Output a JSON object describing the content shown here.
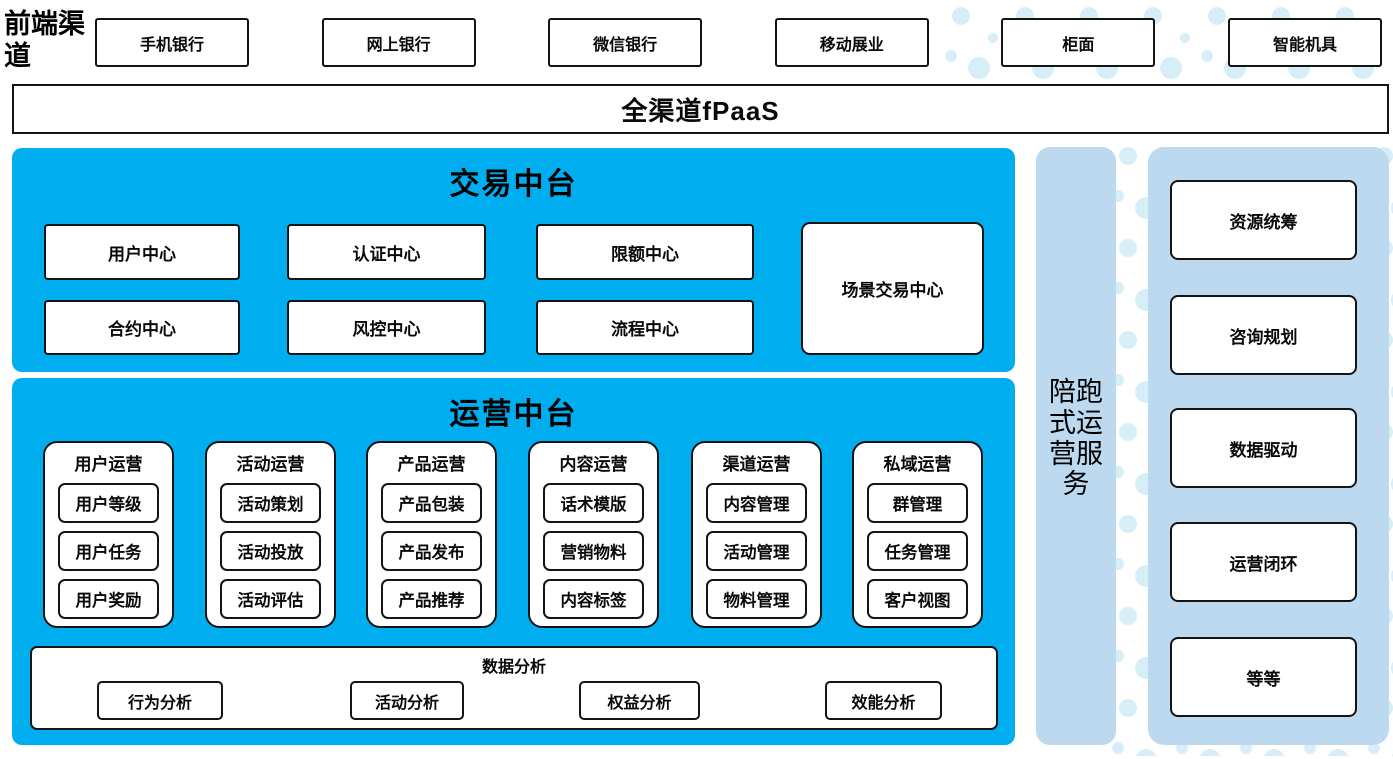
{
  "frontend": {
    "label": "前端渠道",
    "channels": [
      "手机银行",
      "网上银行",
      "微信银行",
      "移动展业",
      "柜面",
      "智能机具"
    ]
  },
  "fpaas": {
    "label": "全渠道fPaaS"
  },
  "trade_platform": {
    "title": "交易中台",
    "centers_row1": [
      "用户中心",
      "认证中心",
      "限额中心"
    ],
    "centers_row2": [
      "合约中心",
      "风控中心",
      "流程中心"
    ],
    "scene_center": "场景交易中心"
  },
  "operation_platform": {
    "title": "运营中台",
    "groups": [
      {
        "title": "用户运营",
        "items": [
          "用户等级",
          "用户任务",
          "用户奖励"
        ]
      },
      {
        "title": "活动运营",
        "items": [
          "活动策划",
          "活动投放",
          "活动评估"
        ]
      },
      {
        "title": "产品运营",
        "items": [
          "产品包装",
          "产品发布",
          "产品推荐"
        ]
      },
      {
        "title": "内容运营",
        "items": [
          "话术模版",
          "营销物料",
          "内容标签"
        ]
      },
      {
        "title": "渠道运营",
        "items": [
          "内容管理",
          "活动管理",
          "物料管理"
        ]
      },
      {
        "title": "私域运营",
        "items": [
          "群管理",
          "任务管理",
          "客户视图"
        ]
      }
    ],
    "data_analysis": {
      "title": "数据分析",
      "items": [
        "行为分析",
        "活动分析",
        "权益分析",
        "效能分析"
      ]
    }
  },
  "side_service": {
    "label": "陪跑式运营服务"
  },
  "right_panel": {
    "items": [
      "资源统筹",
      "咨询规划",
      "数据驱动",
      "运营闭环",
      "等等"
    ]
  },
  "colors": {
    "bright_blue": "#00AEEF",
    "light_blue": "#BCD9F0",
    "dot_blue": "#D7EDF8",
    "border": "#141414"
  }
}
